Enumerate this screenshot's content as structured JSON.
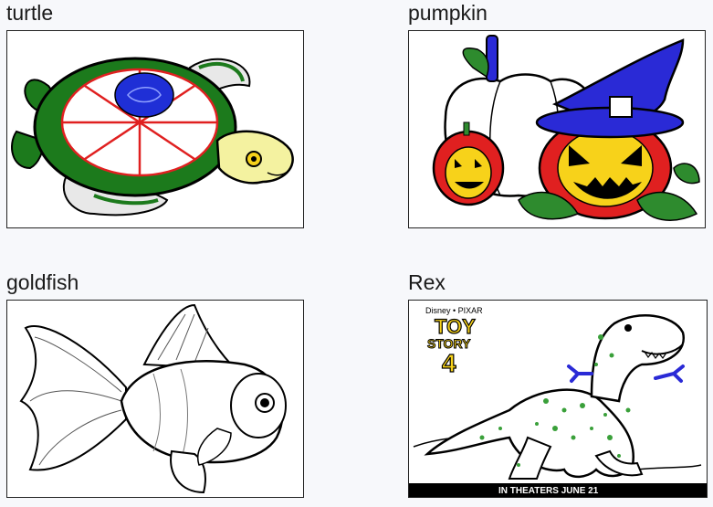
{
  "items": [
    {
      "label": "turtle",
      "image_icon": "turtle-coloring-icon"
    },
    {
      "label": "pumpkin",
      "image_icon": "pumpkin-coloring-icon"
    },
    {
      "label": "goldfish",
      "image_icon": "goldfish-coloring-icon"
    },
    {
      "label": "Rex",
      "image_icon": "rex-coloring-icon"
    }
  ],
  "rex_poster": {
    "brand": "Disney • PIXAR",
    "logo_line1": "TOY",
    "logo_line2": "STORY",
    "logo_line3": "4",
    "tagline": "IN THEATERS JUNE 21"
  },
  "colors": {
    "page_bg": "#f7f8fb",
    "turtle_shell": "#1c7a1c",
    "turtle_center": "#1f2fd6",
    "pumpkin_orange": "#e02020",
    "hat_blue": "#2a2ad6",
    "leaf_green": "#2e8b2e",
    "rex_spots": "#3aa03a",
    "logo_yellow": "#f7d21a"
  }
}
